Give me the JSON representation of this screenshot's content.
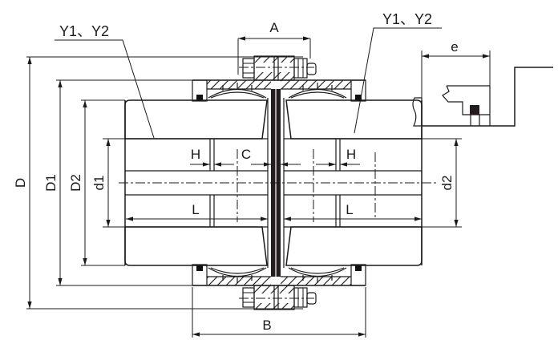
{
  "drawing": {
    "leaders": {
      "left": "Y1、Y2",
      "right": "Y1、Y2"
    },
    "dimensions": {
      "A": "A",
      "B": "B",
      "C": "C",
      "D": "D",
      "D1": "D1",
      "D2": "D2",
      "d1": "d1",
      "d2": "d2",
      "e": "e",
      "H_left": "H",
      "H_right": "H",
      "L_left": "L",
      "L_right": "L"
    },
    "colors": {
      "line": "#1a1a1a",
      "background": "#ffffff",
      "gap_band": "#241c1f",
      "seal": "#111111"
    }
  }
}
